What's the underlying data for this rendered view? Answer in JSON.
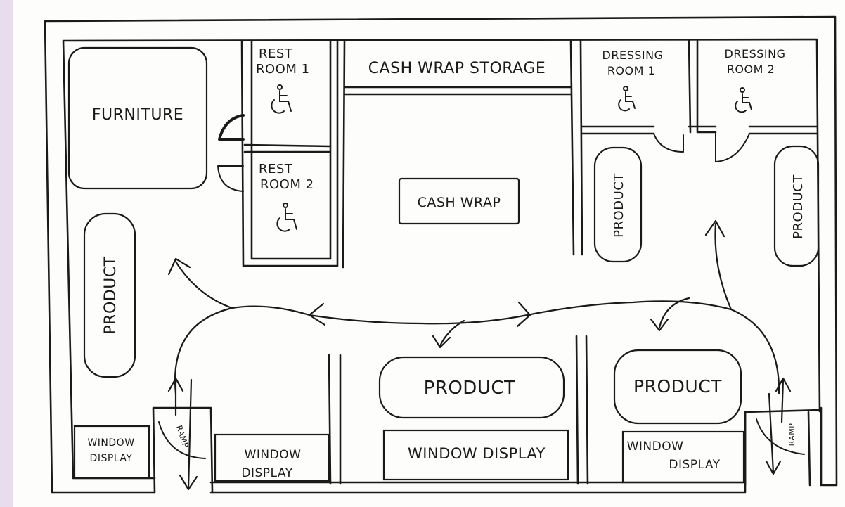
{
  "rooms": {
    "furniture": "FURNITURE",
    "restroom1": [
      "REST",
      "ROOM 1"
    ],
    "restroom2": [
      "REST",
      "ROOM 2"
    ],
    "cash_wrap_storage": "CASH WRAP STORAGE",
    "cash_wrap": "CASH WRAP",
    "dressing_room1": [
      "DRESSING",
      "ROOM 1"
    ],
    "dressing_room2": [
      "DRESSING",
      "ROOM 2"
    ]
  },
  "product_label": "PRODUCT",
  "window_display": {
    "left": [
      "WINDOW",
      "DISPLAY"
    ],
    "left_center": [
      "WINDOW",
      "DISPLAY"
    ],
    "center": "WINDOW DISPLAY",
    "right": [
      "WINDOW",
      "DISPLAY"
    ]
  },
  "ramp_label": "RAMP",
  "icons": {
    "accessibility": "wheelchair-icon",
    "traffic_flow": "arrow-path"
  },
  "colors": {
    "background": "#e8dcef",
    "paper": "#fdfdfb",
    "ink": "#1a1a1a"
  }
}
